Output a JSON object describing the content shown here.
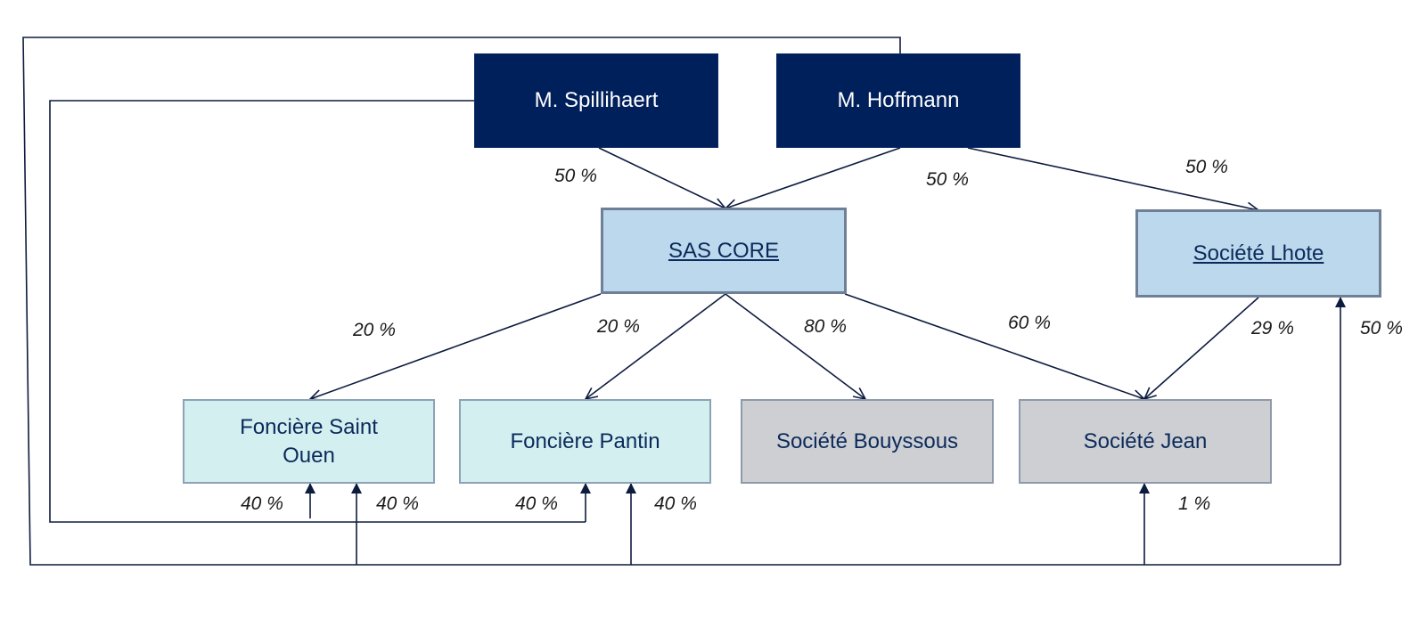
{
  "entities": {
    "spillihaert": "M. Spillihaert",
    "hoffmann": "M. Hoffmann",
    "sas_core": "SAS CORE",
    "lhote": "Société Lhote",
    "fonciere_saint_ouen": "Foncière Saint Ouen",
    "fonciere_pantin": "Foncière Pantin",
    "bouyssous": "Société Bouyssous",
    "jean": "Société Jean"
  },
  "percentages": {
    "spillihaert_to_core": "50 %",
    "hoffmann_to_core": "50 %",
    "hoffmann_to_lhote": "50 %",
    "core_to_saint_ouen": "20 %",
    "core_to_pantin": "20 %",
    "core_to_bouyssous": "80 %",
    "core_to_jean": "60 %",
    "lhote_to_jean": "29 %",
    "hoffmann_to_lhote_direct": "50 %",
    "spillihaert_to_saint_ouen": "40 %",
    "hoffmann_to_saint_ouen": "40 %",
    "spillihaert_to_pantin": "40 %",
    "hoffmann_to_pantin": "40 %",
    "hoffmann_to_jean": "1 %"
  },
  "colors": {
    "person_fill": "#00205b",
    "holding_fill": "#bcd8ec",
    "fonciere_fill": "#d3eff0",
    "societe_fill": "#cdcfd2",
    "line": "#0d1b3e"
  }
}
